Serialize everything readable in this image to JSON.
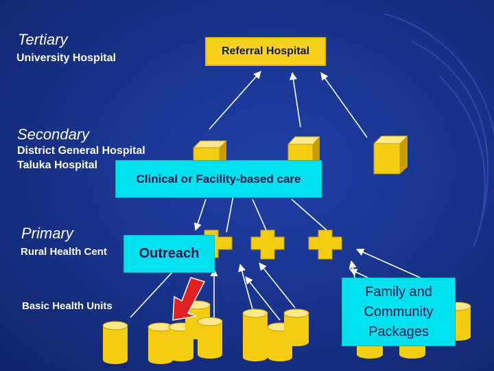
{
  "levels": {
    "tertiary": {
      "title": "Tertiary",
      "facility": "University Hospital",
      "referral_box": "Referral Hospital"
    },
    "secondary": {
      "title": "Secondary",
      "facility_1": "District General Hospital",
      "facility_2": "Taluka Hospital",
      "care_box": "Clinical or Facility-based care"
    },
    "primary": {
      "title": "Primary",
      "facility_1": "Rural Health Cent",
      "facility_2": "Basic Health Units",
      "outreach_box": "Outreach"
    },
    "community": {
      "box_line_1": "Family and",
      "box_line_2": "Community",
      "box_line_3": "Packages"
    }
  },
  "colors": {
    "background": "#1a3590",
    "cube_fill": "#f4cc10",
    "cube_top": "#fde98a",
    "cube_side": "#c79c00",
    "referral_box_fill": "#f6d21e",
    "cyan_box_fill": "#00e0ee",
    "outreach_arrow": "#e02020",
    "connector_lines": "#ffffff"
  }
}
